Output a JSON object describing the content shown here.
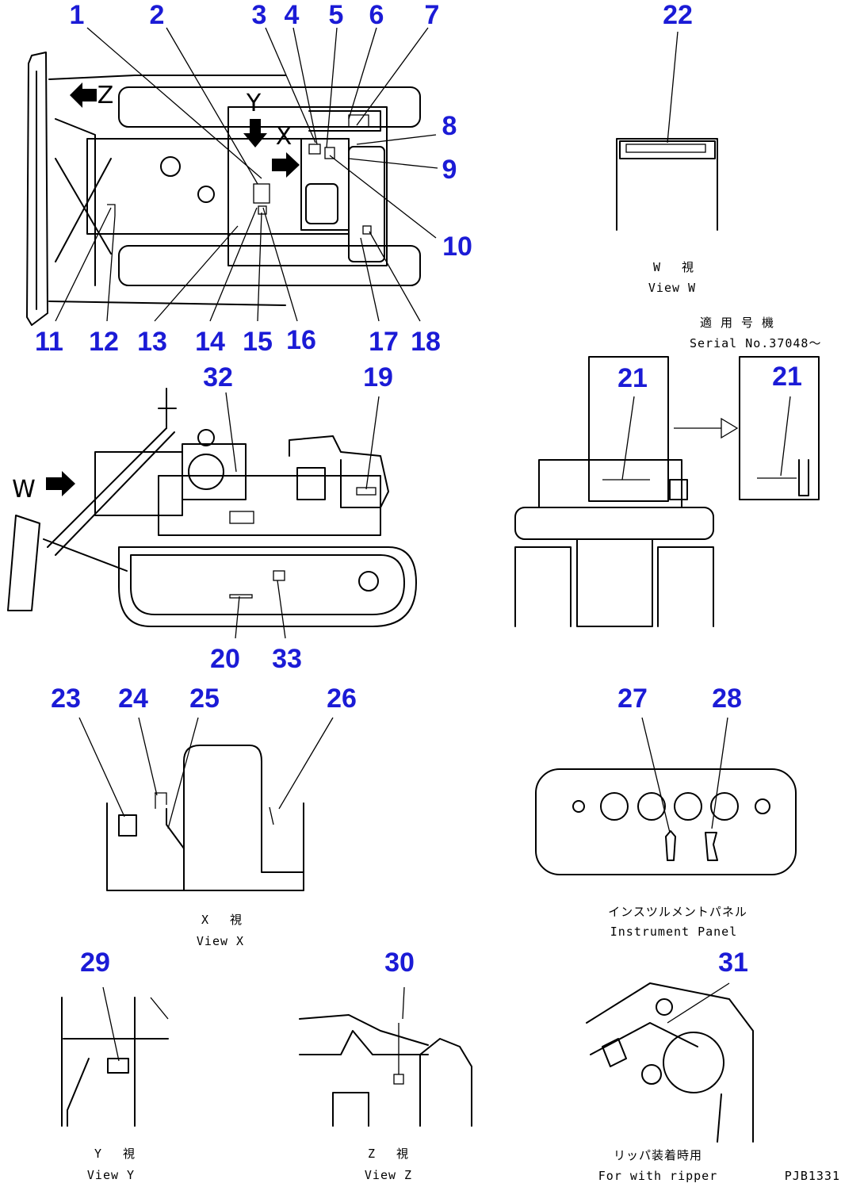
{
  "callouts": {
    "c1": "1",
    "c2": "2",
    "c3": "3",
    "c4": "4",
    "c5": "5",
    "c6": "6",
    "c7": "7",
    "c8": "8",
    "c9": "9",
    "c10": "10",
    "c11": "11",
    "c12": "12",
    "c13": "13",
    "c14": "14",
    "c15": "15",
    "c16": "16",
    "c17": "17",
    "c18": "18",
    "c19": "19",
    "c20": "20",
    "c21a": "21",
    "c21b": "21",
    "c22": "22",
    "c23": "23",
    "c24": "24",
    "c25": "25",
    "c26": "26",
    "c27": "27",
    "c28": "28",
    "c29": "29",
    "c30": "30",
    "c31": "31",
    "c32": "32",
    "c33": "33"
  },
  "view_letters": {
    "z": "Z",
    "y": "Y",
    "x": "X",
    "w": "W"
  },
  "captions": {
    "view_w_jp": "W　 視",
    "view_w_en": "View W",
    "serial_jp": "適 用 号 機",
    "serial_en": "Serial No.37048～",
    "view_x_jp": "X　 視",
    "view_x_en": "View X",
    "panel_jp": "インスツルメントパネル",
    "panel_en": "Instrument Panel",
    "view_y_jp": "Y　 視",
    "view_y_en": "View Y",
    "view_z_jp": "Z　 視",
    "view_z_en": "View Z",
    "ripper_jp": "リッパ装着時用",
    "ripper_en": "For with ripper"
  },
  "drawing_code": "PJB1331"
}
